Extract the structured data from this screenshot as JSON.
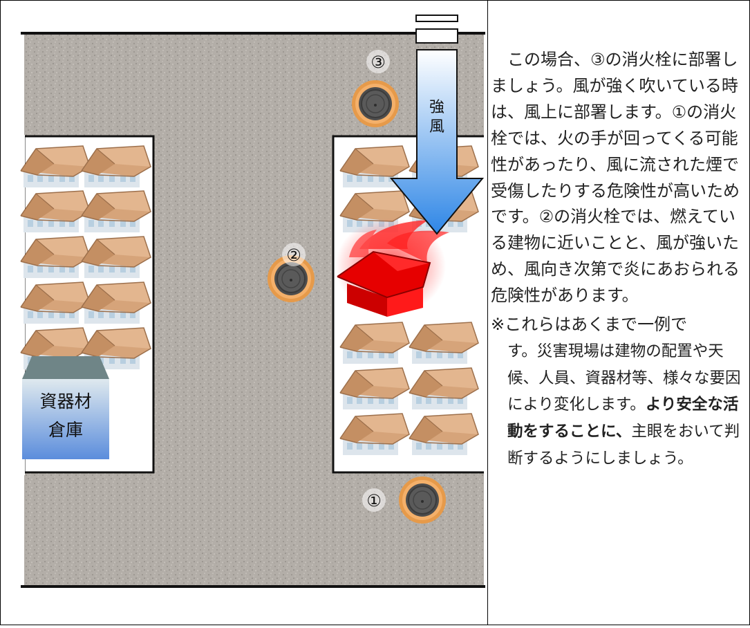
{
  "map": {
    "hydrants": [
      {
        "id": "1",
        "label": "①"
      },
      {
        "id": "2",
        "label": "②"
      },
      {
        "id": "3",
        "label": "③"
      }
    ],
    "wind_label": [
      "強",
      "風"
    ],
    "warehouse_label": [
      "資器材",
      "倉庫"
    ],
    "colors": {
      "road": "#b3aea8",
      "fire": "#e60000",
      "roof": "#d6a47a",
      "wall": "#dde5ec",
      "arrow_top": "#ffffff",
      "arrow_bottom": "#2e86e6",
      "warehouse_roof": "#6f8587",
      "warehouse_body": "#5b8ddc"
    }
  },
  "text": {
    "paragraph": "この場合、③の消火栓に部署しましょう。風が強く吹いている時は、風上に部署します。①の消火栓では、火の手が回ってくる可能性があったり、風に流された煙で受傷したりする危険性が高いためです。②の消火栓では、燃えている建物に近いことと、風が強いため、風向き次第で炎にあおられる危険性があります。",
    "note_head": "※これらはあくまで一例で",
    "note_body_1": "す。災害現場は建物の配置や天候、人員、資器材等、様々な要因により変化します。",
    "note_bold": "より安全な活動をすることに、",
    "note_body_2": "主眼をおいて判断するようにしましょう。"
  }
}
